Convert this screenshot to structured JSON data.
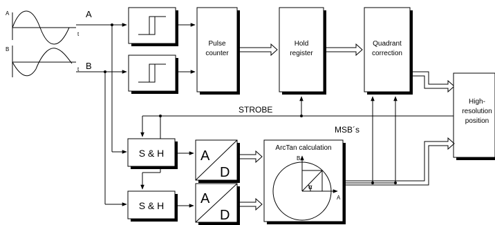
{
  "signals": {
    "axis_a": "A",
    "axis_b": "B",
    "t_a": "t",
    "t_b": "t",
    "label_a": "A",
    "label_b": "B"
  },
  "blocks": {
    "pulse_counter_line1": "Pulse",
    "pulse_counter_line2": "counter",
    "hold_line1": "Hold",
    "hold_line2": "register",
    "quadrant_line1": "Quadrant",
    "quadrant_line2": "correction",
    "highres_line1": "High-",
    "highres_line2": "resolution",
    "highres_line3": "position",
    "sh_top": "S & H",
    "sh_bottom": "S & H",
    "ad_a_top": "A",
    "ad_d_top": "D",
    "ad_a_bottom": "A",
    "ad_d_bottom": "D",
    "arctan_title": "ArcTan calculation",
    "arctan_axis_b": "B",
    "arctan_axis_a": "A",
    "arctan_angle": "α"
  },
  "wires": {
    "strobe": "STROBE",
    "msbs": "MSB´s"
  }
}
